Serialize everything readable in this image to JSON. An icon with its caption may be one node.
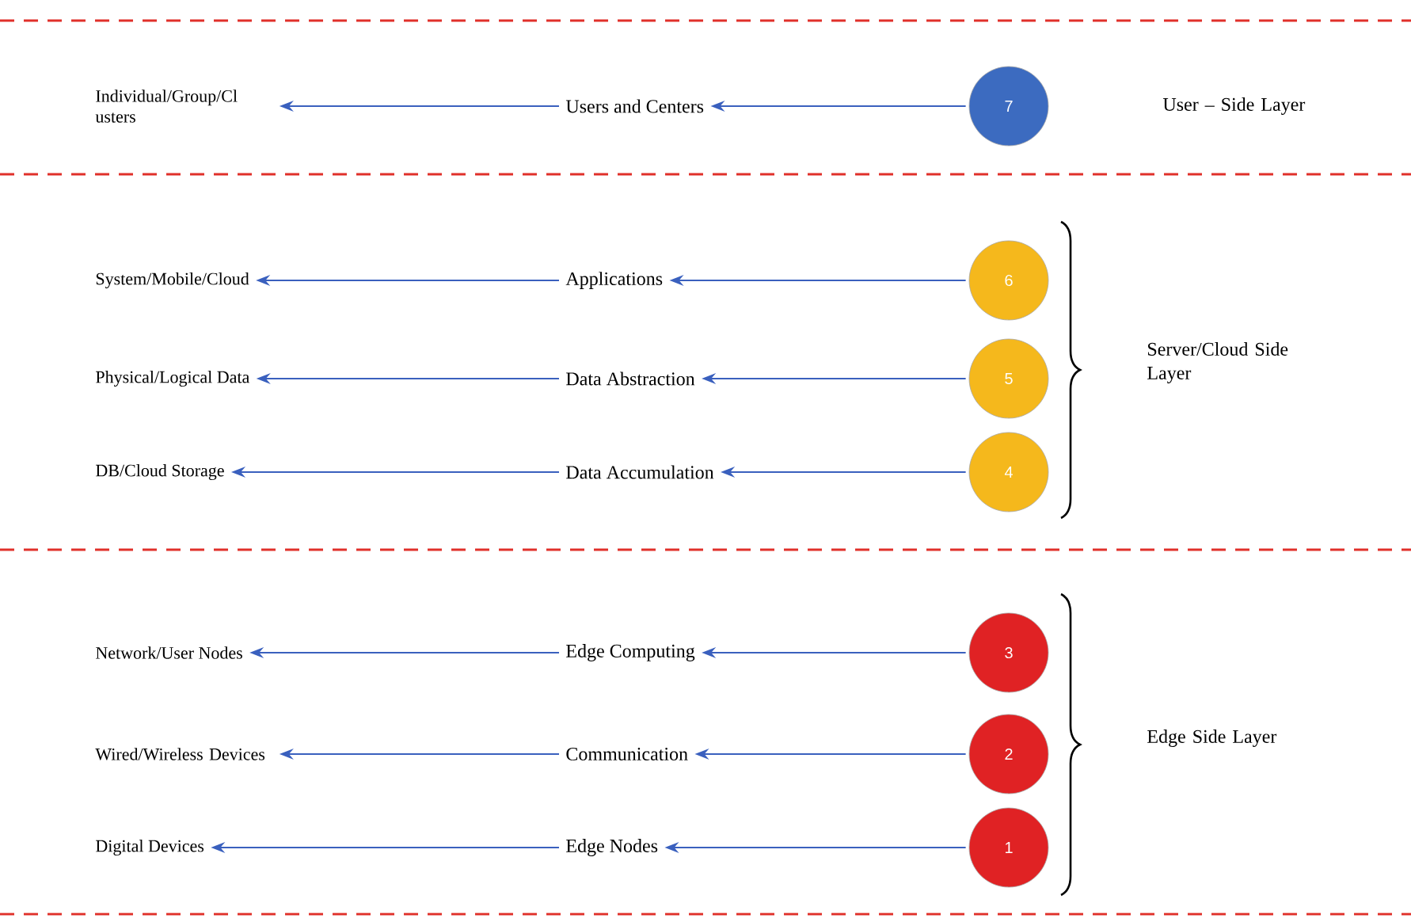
{
  "diagram": {
    "nodes": [
      {
        "text": [
          "Individual/Group/Cl usters"
        ]
      },
      {
        "text": [
          "Users and Centers"
        ]
      },
      {
        "text": [
          "7"
        ]
      },
      {
        "text": [
          "System/Mobile/Cloud"
        ]
      },
      {
        "text": [
          "Applications"
        ]
      },
      {
        "text": [
          "6"
        ]
      },
      {
        "text": [
          "Physical/Logical Data"
        ]
      },
      {
        "text": [
          "Data Abstraction"
        ]
      },
      {
        "text": [
          "5"
        ]
      },
      {
        "text": [
          "DB/Cloud Storage"
        ]
      },
      {
        "text": [
          "Data Accumulation"
        ]
      },
      {
        "text": [
          "4"
        ]
      },
      {
        "text": [
          "Network/User Nodes"
        ]
      },
      {
        "text": [
          "Edge Computing"
        ]
      },
      {
        "text": [
          "3"
        ]
      },
      {
        "text": [
          "Wired/Wireless Devices"
        ]
      },
      {
        "text": [
          "Communication"
        ]
      },
      {
        "text": [
          "2"
        ]
      },
      {
        "text": [
          "Digital Devices"
        ]
      },
      {
        "text": [
          "Edge Nodes"
        ]
      },
      {
        "text": [
          "1"
        ]
      }
    ],
    "edges": [
      {
        "from": 2,
        "to": 1,
        "arrow": "to"
      },
      {
        "from": 1,
        "to": 0,
        "arrow": "to"
      },
      {
        "from": 5,
        "to": 4,
        "arrow": "to"
      },
      {
        "from": 4,
        "to": 3,
        "arrow": "to"
      },
      {
        "from": 8,
        "to": 7,
        "arrow": "to"
      },
      {
        "from": 7,
        "to": 6,
        "arrow": "to"
      },
      {
        "from": 11,
        "to": 10,
        "arrow": "to"
      },
      {
        "from": 10,
        "to": 9,
        "arrow": "to"
      },
      {
        "from": 14,
        "to": 13,
        "arrow": "to"
      },
      {
        "from": 13,
        "to": 12,
        "arrow": "to"
      },
      {
        "from": 17,
        "to": 16,
        "arrow": "to"
      },
      {
        "from": 16,
        "to": 15,
        "arrow": "to"
      },
      {
        "from": 20,
        "to": 19,
        "arrow": "to"
      },
      {
        "from": 19,
        "to": 18,
        "arrow": "to"
      }
    ],
    "labels": [
      "User – Side Layer",
      "Server/Cloud Side Layer",
      "Edge Side Layer"
    ]
  }
}
